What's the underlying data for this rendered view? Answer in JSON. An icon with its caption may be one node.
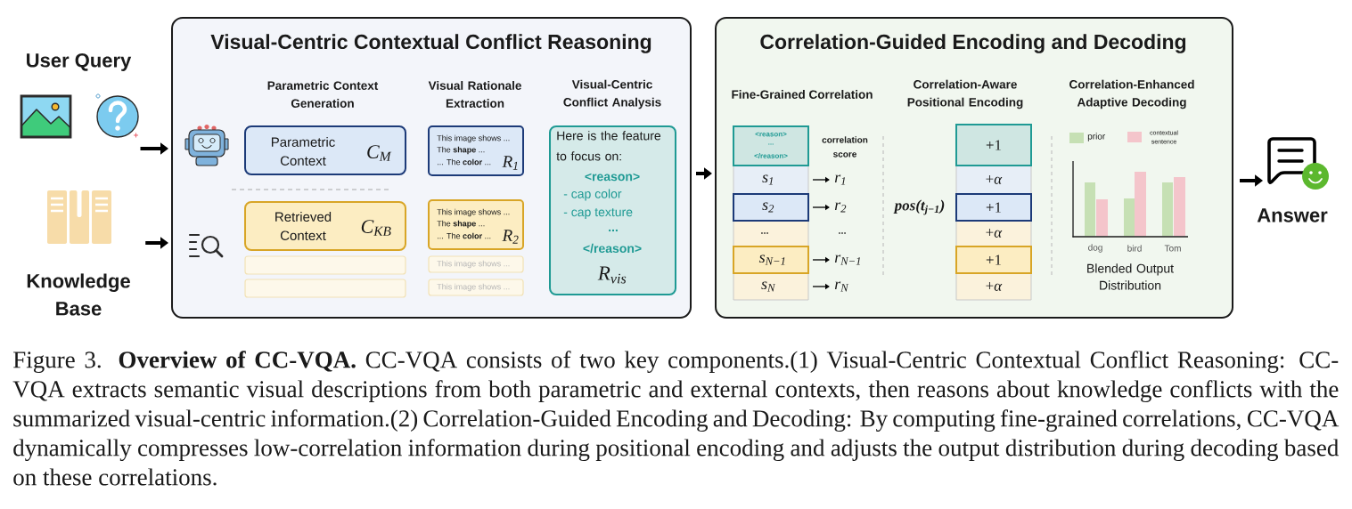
{
  "diagram": {
    "caption": "Figure 3. **Overview of CC-VQA.** CC-VQA consists of two key components.(1) Visual-Centric Contextual Conflict Reasoning: CC-VQA extracts semantic visual descriptions from both parametric and external contexts, then reasons about knowledge conflicts with the summarized visual-centric information.(2) Correlation-Guided Encoding and Decoding: By computing fine-grained correlations, CC-VQA dynamically compresses low-correlation information during positional encoding and adjusts the output distribution during decoding based on these correlations.",
    "nodes": [
      {
        "text": [
          "User Query"
        ]
      },
      {
        "text": [
          "Knowledge Base"
        ]
      },
      {
        "text": [
          "Visual-Centric Contextual Conflict Reasoning"
        ]
      },
      {
        "text": [
          "Parametric Context",
          "C$_{M}$"
        ],
        "in": 2
      },
      {
        "text": [
          "Retrieved Context",
          "C$_{KB}$"
        ],
        "in": 2
      },
      {
        "text": [],
        "shape": "box",
        "in": 2
      },
      {
        "text": [],
        "shape": "box",
        "in": 2
      },
      {
        "text": [
          "This image shows ...",
          "The **shape** ...",
          "... The **color** ...",
          "R$_{1}$"
        ],
        "in": 2
      },
      {
        "text": [
          "This image shows ...",
          "The **shape** ...",
          "... The **color** ...",
          "R$_{2}$"
        ],
        "in": 2
      },
      {
        "text": [
          "This image shows ..."
        ],
        "in": 2
      },
      {
        "text": [
          "This image shows ..."
        ],
        "in": 2
      },
      {
        "text": [
          "Here is the feature to focus on:",
          "<reason>",
          "- cap color",
          "- cap texture",
          "...",
          "</reason>",
          "R$_{vis}$"
        ],
        "in": 2
      },
      {
        "text": [
          "Correlation-Guided Encoding and Decoding"
        ]
      },
      {
        "text": [
          "<reason>",
          "...",
          "</reason>"
        ],
        "in": 12
      },
      {
        "text": [
          "s$_{1}$"
        ],
        "in": 12
      },
      {
        "text": [
          "s$_{2}$"
        ],
        "in": 12
      },
      {
        "text": [
          "..."
        ],
        "in": 12
      },
      {
        "text": [
          "s$_{N−1}$"
        ],
        "in": 12
      },
      {
        "text": [
          "s$_{N}$"
        ],
        "in": 12
      },
      {
        "text": [
          "r$_{1}$"
        ],
        "in": 12
      },
      {
        "text": [
          "r$_{2}$"
        ],
        "in": 12
      },
      {
        "text": [
          "r$_{N−1}$"
        ],
        "in": 12
      },
      {
        "text": [
          "r$_{N}$"
        ],
        "in": 12
      },
      {
        "text": [
          "+1"
        ],
        "in": 12
      },
      {
        "text": [
          "+*α*"
        ],
        "in": 12
      },
      {
        "text": [
          "+1"
        ],
        "in": 12
      },
      {
        "text": [
          "+*α*"
        ],
        "in": 12
      },
      {
        "text": [
          "+1"
        ],
        "in": 12
      },
      {
        "text": [
          "+*α*"
        ],
        "in": 12
      },
      {
        "text": [
          "Answer"
        ]
      }
    ],
    "edges": [
      {
        "from": 0,
        "to": 2,
        "arrow": "to",
        "style": "thick"
      },
      {
        "from": 1,
        "to": 2,
        "arrow": "to",
        "style": "thick"
      },
      {
        "from": 2,
        "to": 12,
        "arrow": "to",
        "style": "thick"
      },
      {
        "from": 12,
        "to": 29,
        "arrow": "to",
        "style": "thick"
      },
      {
        "from": 14,
        "to": 19,
        "arrow": "to"
      },
      {
        "from": 15,
        "to": 20,
        "arrow": "to"
      },
      {
        "from": 17,
        "to": 21,
        "arrow": "to"
      },
      {
        "from": 18,
        "to": 22,
        "arrow": "to"
      }
    ],
    "labels": [
      "Parametric Context Generation",
      "Visual Rationale Extraction",
      "Visual-Centric Conflict Analysis",
      "Fine-Grained Correlation",
      "Correlation-Aware Positional Encoding",
      "Correlation-Enhanced Adaptive Decoding",
      "correlation score",
      "...",
      "pos(t$_{j−1}$)",
      "dog",
      "bird",
      "Tom",
      "Blended Output Distribution"
    ],
    "legend": [
      {
        "text": "prior",
        "color": "#c6e0b4"
      },
      {
        "text": "contextual sentence",
        "color": "#f4c5cb"
      }
    ]
  }
}
